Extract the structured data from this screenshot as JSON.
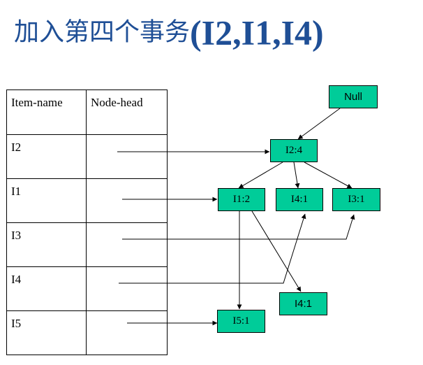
{
  "title": {
    "prefix": "加入第四个事务",
    "items": "(I2,I1,I4)"
  },
  "header_table": {
    "columns": [
      "Item-name",
      "Node-head"
    ],
    "rows": [
      "I2",
      "I1",
      "I3",
      "I4",
      "I5"
    ]
  },
  "tree": {
    "nodes": [
      {
        "id": "null",
        "label": "Null"
      },
      {
        "id": "i2",
        "label": "I2:4"
      },
      {
        "id": "i1",
        "label": "I1:2"
      },
      {
        "id": "i4a",
        "label": "I4:1"
      },
      {
        "id": "i3",
        "label": "I3:1"
      },
      {
        "id": "i4b",
        "label": "I4:1"
      },
      {
        "id": "i5",
        "label": "I5:1"
      }
    ],
    "edges": [
      {
        "from": "null",
        "to": "i2"
      },
      {
        "from": "i2",
        "to": "i1"
      },
      {
        "from": "i2",
        "to": "i4a"
      },
      {
        "from": "i2",
        "to": "i3"
      },
      {
        "from": "i1",
        "to": "i4b"
      },
      {
        "from": "i1",
        "to": "i5"
      }
    ],
    "node_links": [
      {
        "from_row": "I2",
        "to": "i2"
      },
      {
        "from_row": "I1",
        "to": "i1"
      },
      {
        "from_row": "I3",
        "to": "i3"
      },
      {
        "from_row": "I4",
        "to": "i4a"
      },
      {
        "from_row": "I5",
        "to": "i5"
      }
    ]
  },
  "colors": {
    "title": "#1f4f96",
    "node_fill": "#00cc99",
    "line": "#000000"
  }
}
